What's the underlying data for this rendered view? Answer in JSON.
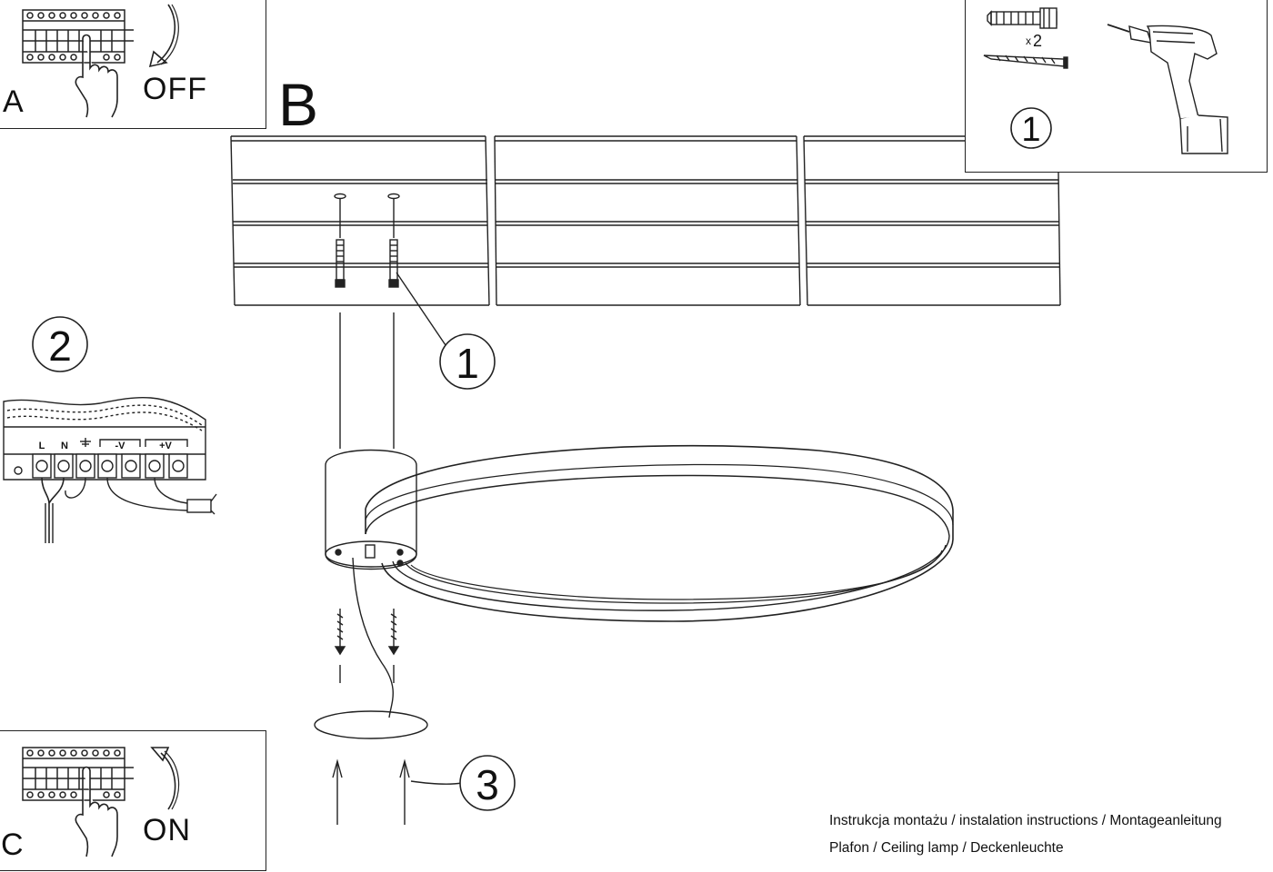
{
  "steps": {
    "a": {
      "letter": "A",
      "action": "OFF"
    },
    "b": {
      "letter": "B"
    },
    "c": {
      "letter": "C",
      "action": "ON"
    }
  },
  "callouts": {
    "one": "1",
    "two": "2",
    "three": "3",
    "multiplier": "x2"
  },
  "terminal_labels": [
    "L",
    "N",
    "-V",
    "+V"
  ],
  "caption": {
    "line1": "Instrukcja montażu / instalation instructions / Montageanleitung",
    "line2": "Plafon / Ceiling lamp / Deckenleuchte"
  },
  "colors": {
    "stroke": "#222222",
    "background": "#ffffff"
  },
  "icons": [
    "circuit-breaker-icon",
    "hand-icon",
    "curved-arrow-icon",
    "wall-plug-icon",
    "screw-icon",
    "drill-icon",
    "ground-symbol-icon"
  ]
}
